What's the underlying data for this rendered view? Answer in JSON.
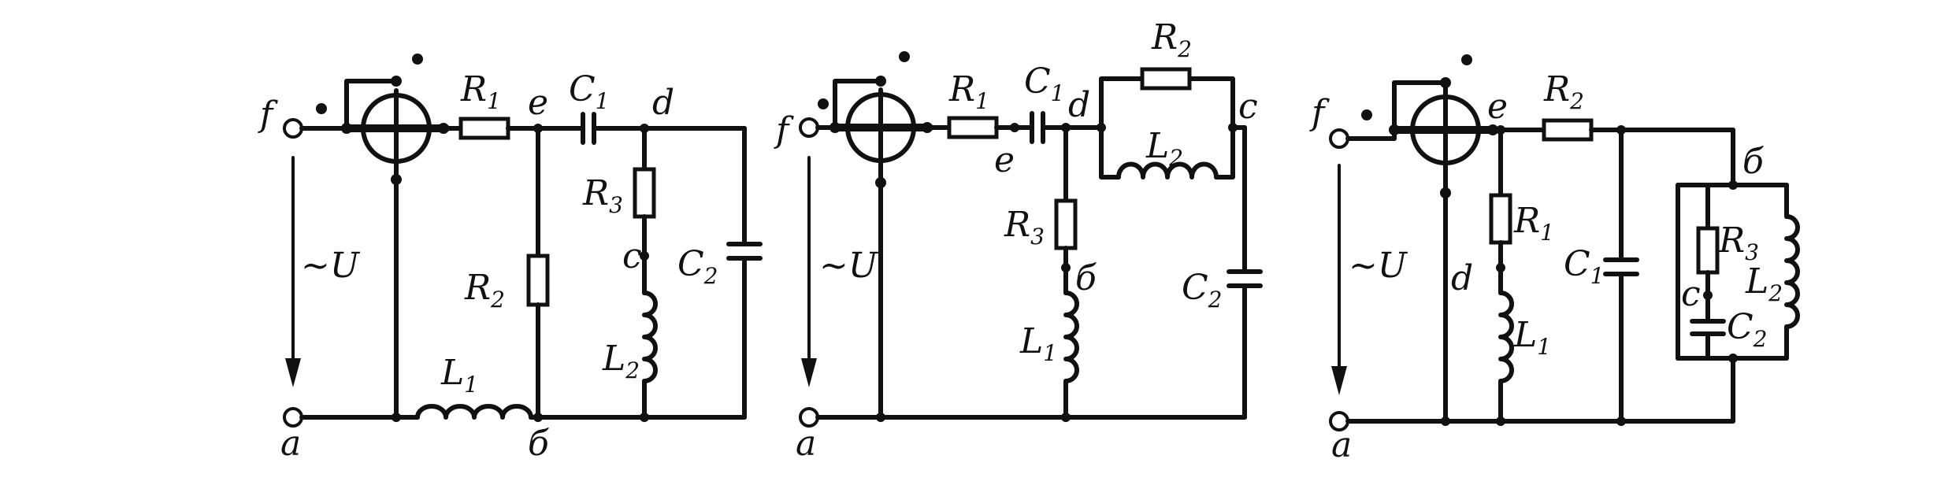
{
  "circuits": [
    {
      "terminals": {
        "top": "f",
        "bottom": "a"
      },
      "source": "~U",
      "nodes": {
        "e": "e",
        "d": "d",
        "c": "c",
        "b": "б"
      },
      "components": {
        "R1": {
          "letter": "R",
          "index": "1"
        },
        "C1": {
          "letter": "C",
          "index": "1"
        },
        "R2": {
          "letter": "R",
          "index": "2"
        },
        "R3": {
          "letter": "R",
          "index": "3"
        },
        "C2": {
          "letter": "C",
          "index": "2"
        },
        "L1": {
          "letter": "L",
          "index": "1"
        },
        "L2": {
          "letter": "L",
          "index": "2"
        }
      }
    },
    {
      "terminals": {
        "top": "f",
        "bottom": "a"
      },
      "source": "~U",
      "nodes": {
        "e": "e",
        "d": "d",
        "c": "c",
        "b": "б"
      },
      "components": {
        "R1": {
          "letter": "R",
          "index": "1"
        },
        "C1": {
          "letter": "C",
          "index": "1"
        },
        "R2": {
          "letter": "R",
          "index": "2"
        },
        "L2": {
          "letter": "L",
          "index": "2"
        },
        "R3": {
          "letter": "R",
          "index": "3"
        },
        "L1": {
          "letter": "L",
          "index": "1"
        },
        "C2": {
          "letter": "C",
          "index": "2"
        }
      }
    },
    {
      "terminals": {
        "top": "f",
        "bottom": "a"
      },
      "source": "~U",
      "nodes": {
        "e": "e",
        "d": "d",
        "c": "c",
        "b": "б"
      },
      "components": {
        "R2": {
          "letter": "R",
          "index": "2"
        },
        "R1": {
          "letter": "R",
          "index": "1"
        },
        "L1": {
          "letter": "L",
          "index": "1"
        },
        "C1": {
          "letter": "C",
          "index": "1"
        },
        "R3": {
          "letter": "R",
          "index": "3"
        },
        "C2": {
          "letter": "C",
          "index": "2"
        },
        "L2": {
          "letter": "L",
          "index": "2"
        }
      }
    }
  ]
}
